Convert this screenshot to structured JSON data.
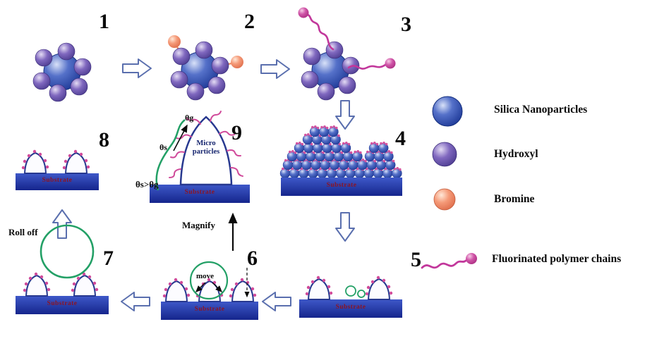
{
  "figure": {
    "numbers": {
      "n1": "1",
      "n2": "2",
      "n3": "3",
      "n4": "4",
      "n5": "5",
      "n6": "6",
      "n7": "7",
      "n8": "8",
      "n9": "9"
    },
    "labels": {
      "substrate": "Substrate",
      "roll_off": "Roll off",
      "magnify": "Magnify",
      "move": "move",
      "micro_particles": "Micro particles",
      "theta_g": "θg",
      "theta_s": "θs",
      "theta_relation": "θs>θg"
    },
    "legend": {
      "items": [
        {
          "icon": "silica-sphere-icon",
          "label": "Silica Nanoparticles"
        },
        {
          "icon": "hydroxyl-sphere-icon",
          "label": "Hydroxyl"
        },
        {
          "icon": "bromine-sphere-icon",
          "label": "Bromine"
        },
        {
          "icon": "fluorinated-chain-icon",
          "label": "Fluorinated polymer chains"
        }
      ]
    },
    "colors": {
      "silica_blue": "#2a4ea8",
      "hydroxyl_purple": "#6b53ab",
      "bromine_orange": "#f08a63",
      "polymer_pink": "#c2379b",
      "substrate_blue": "#2336a8",
      "substrate_text": "#8b1525",
      "droplet_green": "#23a066",
      "arrow_outline": "#5a6fae"
    }
  }
}
